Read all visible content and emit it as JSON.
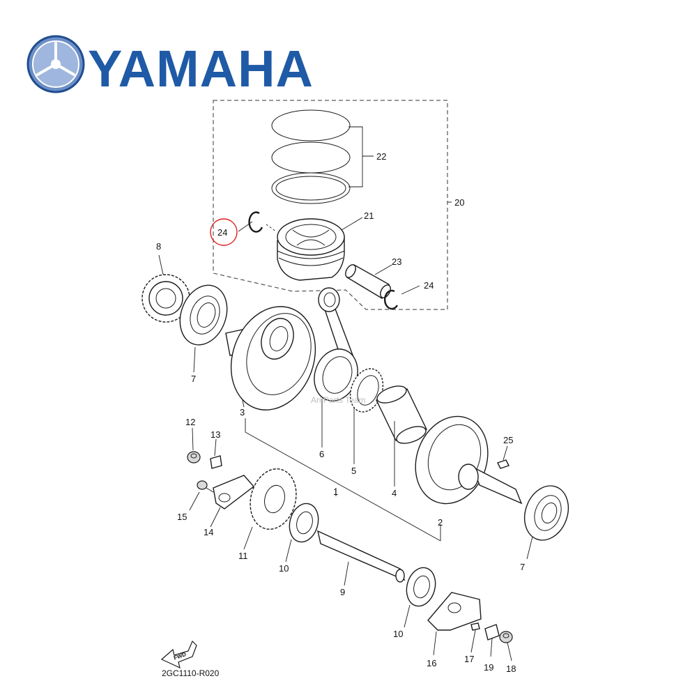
{
  "brand": {
    "name": "YAMAHA",
    "color": "#1f5aa6"
  },
  "diagram": {
    "code": "2GC1110-R020",
    "watermark": "Ari Parts Team",
    "fwd_label": "FWD",
    "highlight_color": "#e11d1d",
    "callouts": {
      "c1": "1",
      "c2": "2",
      "c3": "3",
      "c4": "4",
      "c5": "5",
      "c6": "6",
      "c7a": "7",
      "c7b": "7",
      "c8": "8",
      "c9": "9",
      "c10a": "10",
      "c10b": "10",
      "c11": "11",
      "c12": "12",
      "c13": "13",
      "c14": "14",
      "c15": "15",
      "c16": "16",
      "c17": "17",
      "c18": "18",
      "c19": "19",
      "c20": "20",
      "c21": "21",
      "c22": "22",
      "c23": "23",
      "c24a": "24",
      "c24b": "24",
      "c25": "25"
    }
  }
}
